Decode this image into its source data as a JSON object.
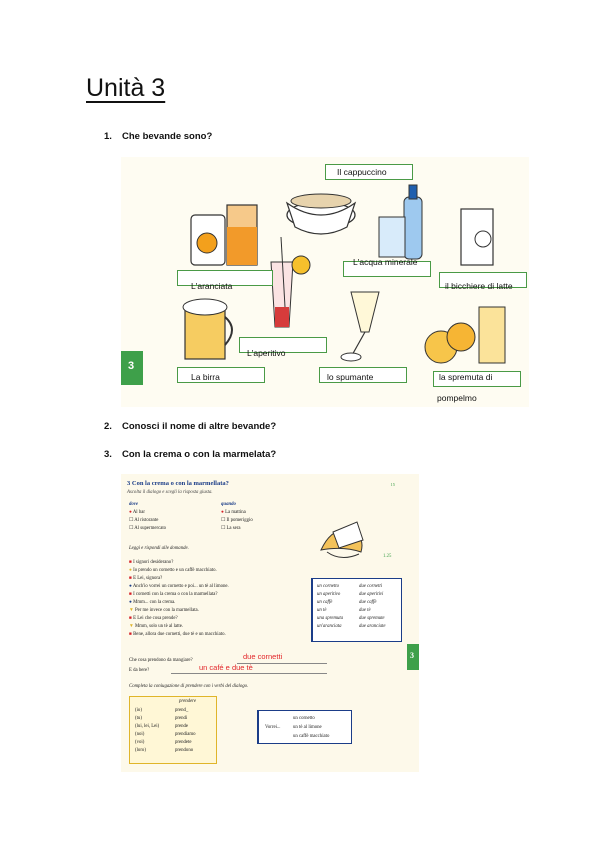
{
  "page": {
    "title": "Unità 3"
  },
  "questions": [
    {
      "num": "1.",
      "text": "Che bevande sono?"
    },
    {
      "num": "2.",
      "text": "Conosci il nome di altre bevande?"
    },
    {
      "num": "3.",
      "text": "Con la crema o con la marmelata?"
    }
  ],
  "exercise1": {
    "unit_tab": "3",
    "labels": {
      "cappuccino": "Il cappuccino",
      "acqua": "L'acqua minerale",
      "aranciata": "L'aranciata",
      "latte": "il bicchiere di latte",
      "aperitivo": "L'aperitivo",
      "birra": "La birra",
      "spumante": "lo spumante",
      "spremuta_1": "la spremuta di",
      "spremuta_2": "pompelmo"
    }
  },
  "exercise3": {
    "header": "3 Con la crema o con la marmellata?",
    "subtitle": "Ascolta il dialogo e scegli la risposta giusta.",
    "page_ref": "15",
    "unit_tab": "3",
    "dove": {
      "title": "dove",
      "options": [
        {
          "label": "Al bar",
          "checked": true
        },
        {
          "label": "Al ristorante",
          "checked": false
        },
        {
          "label": "Al supermercato",
          "checked": false
        }
      ]
    },
    "quando": {
      "title": "quando",
      "options": [
        {
          "label": "La mattina",
          "checked": true
        },
        {
          "label": "Il pomeriggio",
          "checked": false
        },
        {
          "label": "La sera",
          "checked": false
        }
      ]
    },
    "track": "1.25",
    "instruction": "Leggi e rispondi alle domande.",
    "dialogue": [
      "I signori desiderano?",
      "Io prendo un cornetto e un caffè macchiato.",
      "E Lei, signora?",
      "Anch'io vorrei un cornetto e poi... un tè al limone.",
      "I cornetti con la crema o con la marmellata?",
      "Mmm... con la crema.",
      "Per me invece con la marmellata.",
      "E Lei che cosa prende?",
      "Mmm, solo un tè al latte.",
      "Bene, allora due cornetti, due tè e un macchiato."
    ],
    "plural_table": [
      [
        "un cornetto",
        "due cornetti"
      ],
      [
        "un aperitivo",
        "due aperitivi"
      ],
      [
        "un caffè",
        "due caffè"
      ],
      [
        "un tè",
        "due tè"
      ],
      [
        "una spremuta",
        "due spremute"
      ],
      [
        "un'aranciata",
        "due aranciate"
      ]
    ],
    "q1": "Che cosa prendono da mangiare?",
    "a1": "due cornetti",
    "q2": "E da bere?",
    "a2": "un café e due tè",
    "conj_instruction": "Completa la coniugazione di prendere con i verbi del dialogo.",
    "conj": [
      [
        "",
        "prendere"
      ],
      [
        "(io)",
        "prend_"
      ],
      [
        "(tu)",
        "prendi"
      ],
      [
        "(lui, lei, Lei)",
        "prende"
      ],
      [
        "(noi)",
        "prendiamo"
      ],
      [
        "(voi)",
        "prendete"
      ],
      [
        "(loro)",
        "prendono"
      ]
    ],
    "vorrei": {
      "label": "Vorrei...",
      "items": [
        "un cornetto",
        "un tè al limone",
        "un caffè macchiato"
      ]
    }
  }
}
